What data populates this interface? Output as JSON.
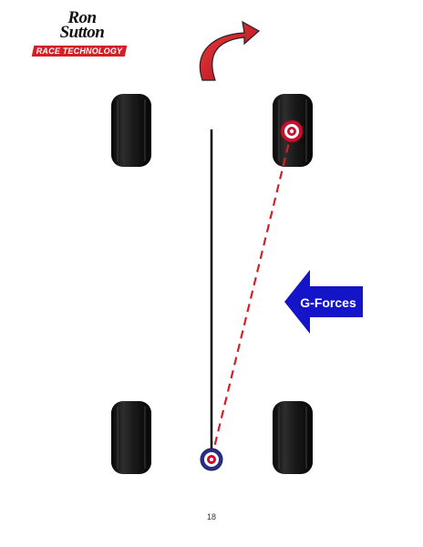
{
  "logo": {
    "script_line1": "Ron",
    "script_line2": "Sutton",
    "tagline": "RACE TECHNOLOGY"
  },
  "arrow_label": "G-Forces",
  "page_number": "18",
  "colors": {
    "tire": "#1c1c1c",
    "centerline": "#000000",
    "dashed_line": "#d32027",
    "rotation_arrow": "#d32027",
    "gforce_arrow": "#1414c8",
    "target_red": "#c8102e",
    "target_navy": "#2b2e88"
  },
  "icons": {
    "rotation": "curved-arrow-right-icon",
    "gforce": "left-arrow-icon",
    "pivot_front": "target-icon",
    "pivot_rear": "target-icon"
  }
}
